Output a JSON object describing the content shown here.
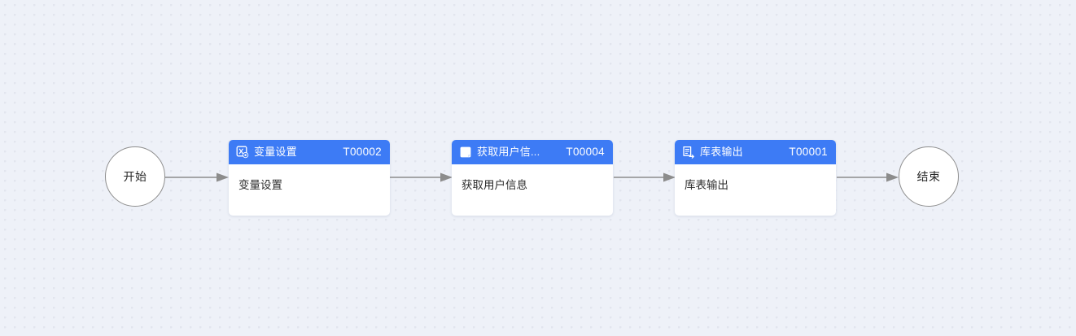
{
  "canvas": {
    "background_color": "#eef1f8",
    "dot_color": "#e2e5ee",
    "accent_color": "#3d7bf5",
    "connector_color": "#8c8c8c"
  },
  "flow": {
    "start": {
      "label": "开始",
      "name": "start-node"
    },
    "end": {
      "label": "结束",
      "name": "end-node"
    },
    "nodes": [
      {
        "title": "变量设置",
        "code": "T00002",
        "body": "变量设置",
        "icon": "variable-settings-icon"
      },
      {
        "title": "获取用户信...",
        "code": "T00004",
        "body": "获取用户信息",
        "icon": "document-icon"
      },
      {
        "title": "库表输出",
        "code": "T00001",
        "body": "库表输出",
        "icon": "table-output-icon"
      }
    ],
    "connectors": [
      {
        "name": "connector-start-to-node1"
      },
      {
        "name": "connector-node1-to-node2"
      },
      {
        "name": "connector-node2-to-node3"
      },
      {
        "name": "connector-node3-to-end"
      }
    ]
  }
}
